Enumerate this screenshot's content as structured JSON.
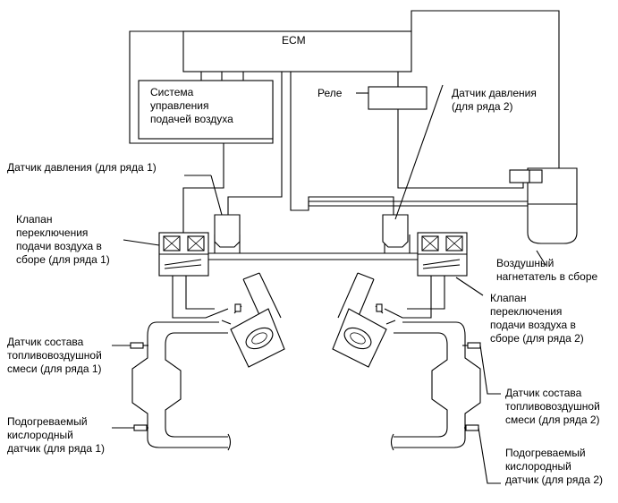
{
  "labels": {
    "ecm": "ECM",
    "air_control_system": [
      "Система",
      "управления",
      "подачей воздуха"
    ],
    "relay": "Реле",
    "pressure_sensor_bank2": [
      "Датчик давления",
      "(для ряда 2)"
    ],
    "pressure_sensor_bank1": "Датчик давления (для ряда 1)",
    "air_valve_bank1": [
      "Клапан",
      "переключения",
      "подачи воздуха в",
      "сборе (для ряда 1)"
    ],
    "air_pump": [
      "Воздушный",
      "нагнетатель в сборе"
    ],
    "air_valve_bank2": [
      "Клапан",
      "переключения",
      "подачи воздуха в",
      "сборе (для ряда 2)"
    ],
    "af_sensor_bank1": [
      "Датчик состава",
      "топливовоздушной",
      "смеси (для ряда 1)"
    ],
    "af_sensor_bank2": [
      "Датчик состава",
      "топливовоздушной",
      "смеси (для ряда 2)"
    ],
    "o2_sensor_bank1": [
      "Подогреваемый",
      "кислородный",
      "датчик (для ряда 1)"
    ],
    "o2_sensor_bank2": [
      "Подогреваемый",
      "кислородный",
      "датчик (для ряда 2)"
    ]
  }
}
